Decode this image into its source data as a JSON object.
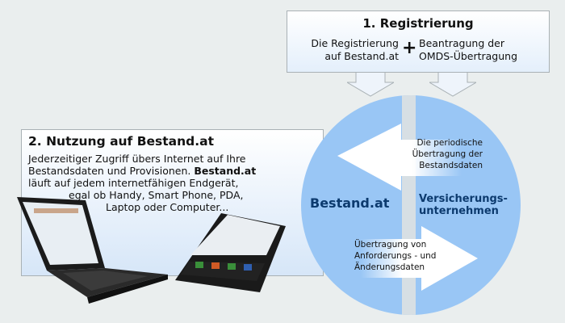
{
  "step1": {
    "title": "1. Registrierung",
    "left_text": [
      "Die Registrierung",
      "auf Bestand.at"
    ],
    "plus": "+",
    "right_text": [
      "Beantragung der",
      "OMDS-Übertragung"
    ]
  },
  "step2": {
    "title": "2. Nutzung auf Bestand.at",
    "lines": [
      "Jederzeitiger Zugriff übers Internet auf Ihre",
      "Bestandsdaten und Provisionen. ",
      "Bestand.at",
      "läuft auf jedem internetfähigen Endgerät,",
      "egal ob Handy, Smart Phone, PDA,",
      "Laptop oder Computer..."
    ]
  },
  "cycle": {
    "left_label": "Bestand.at",
    "right_label": [
      "Versicherungs-",
      "unternehmen"
    ],
    "arrow_left_text": [
      "Die periodische",
      "Übertragung der",
      "Bestandsdaten"
    ],
    "arrow_right_text": [
      "Übertragung von",
      "Anforderungs - und",
      "Änderungsdaten"
    ]
  },
  "colors": {
    "background": "#eaeeee",
    "circle": "#99c6f5",
    "dark_label": "#0c3a6e"
  }
}
